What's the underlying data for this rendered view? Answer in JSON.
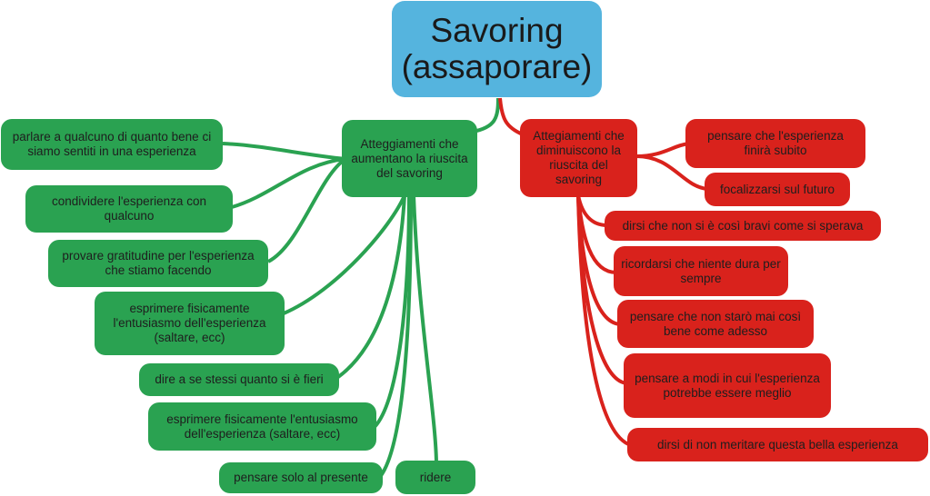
{
  "root": {
    "line1": "Savoring",
    "line2": "(assaporare)"
  },
  "increase": {
    "label": "Atteggiamenti che aumentano la riuscita del savoring",
    "items": [
      "parlare a qualcuno di quanto bene ci siamo sentiti in una esperienza",
      "condividere l'esperienza con qualcuno",
      "provare gratitudine per l'esperienza che stiamo facendo",
      "esprimere fisicamente l'entusiasmo dell'esperienza (saltare, ecc)",
      "dire a se stessi quanto si è fieri",
      "esprimere fisicamente l'entusiasmo dell'esperienza (saltare, ecc)",
      "pensare solo al presente",
      "ridere"
    ]
  },
  "decrease": {
    "label": "Attegiamenti che diminuiscono la riuscita del savoring",
    "items": [
      "pensare che l'esperienza finirà subito",
      "focalizzarsi sul futuro",
      "dirsi che non si è così bravi come si sperava",
      "ricordarsi che niente dura per sempre",
      "pensare che non starò mai così bene come adesso",
      "pensare a modi in cui l'esperienza potrebbe essere meglio",
      "dirsi di non meritare questa bella esperienza"
    ]
  },
  "colors": {
    "root": "#55b4de",
    "increase": "#2aa251",
    "decrease": "#d9221c"
  }
}
